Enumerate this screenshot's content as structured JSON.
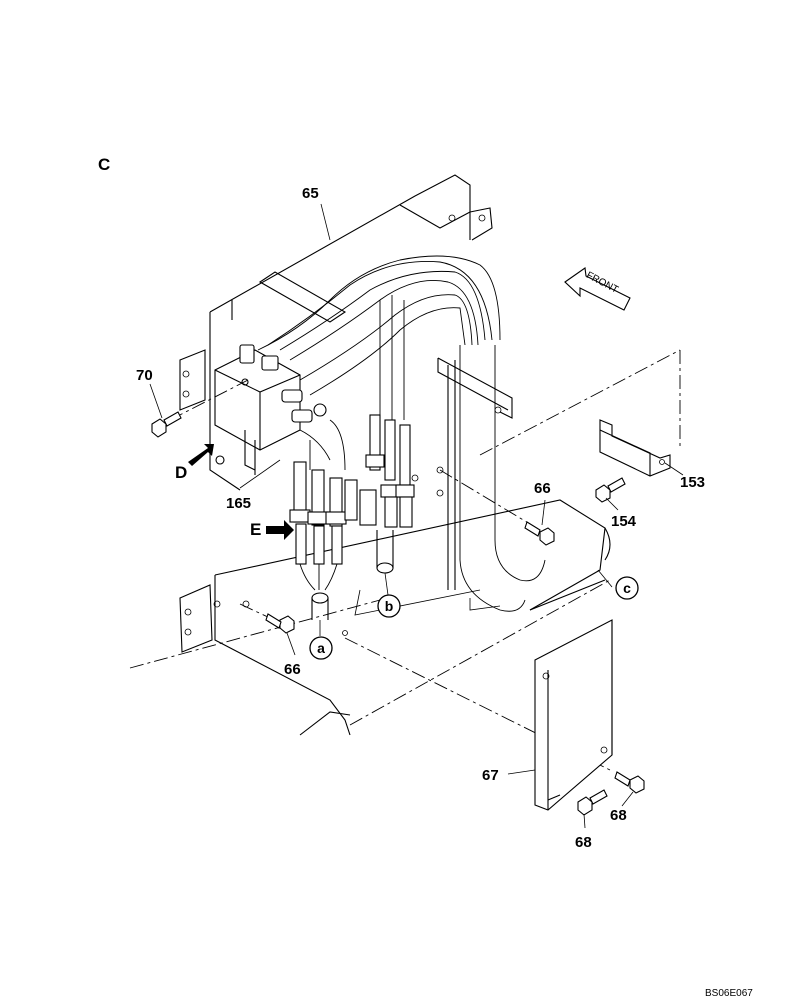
{
  "section_label": "C",
  "drawing_code": "BS06E067",
  "front_label": "FRONT",
  "part_labels": {
    "p65": "65",
    "p70": "70",
    "p165": "165",
    "p66_top": "66",
    "p66_bottom": "66",
    "p153": "153",
    "p154": "154",
    "p67": "67",
    "p68_right": "68",
    "p68_bottom": "68"
  },
  "view_arrows": {
    "d": "D",
    "e": "E"
  },
  "connection_refs": {
    "a": "a",
    "b": "b",
    "c": "c"
  }
}
